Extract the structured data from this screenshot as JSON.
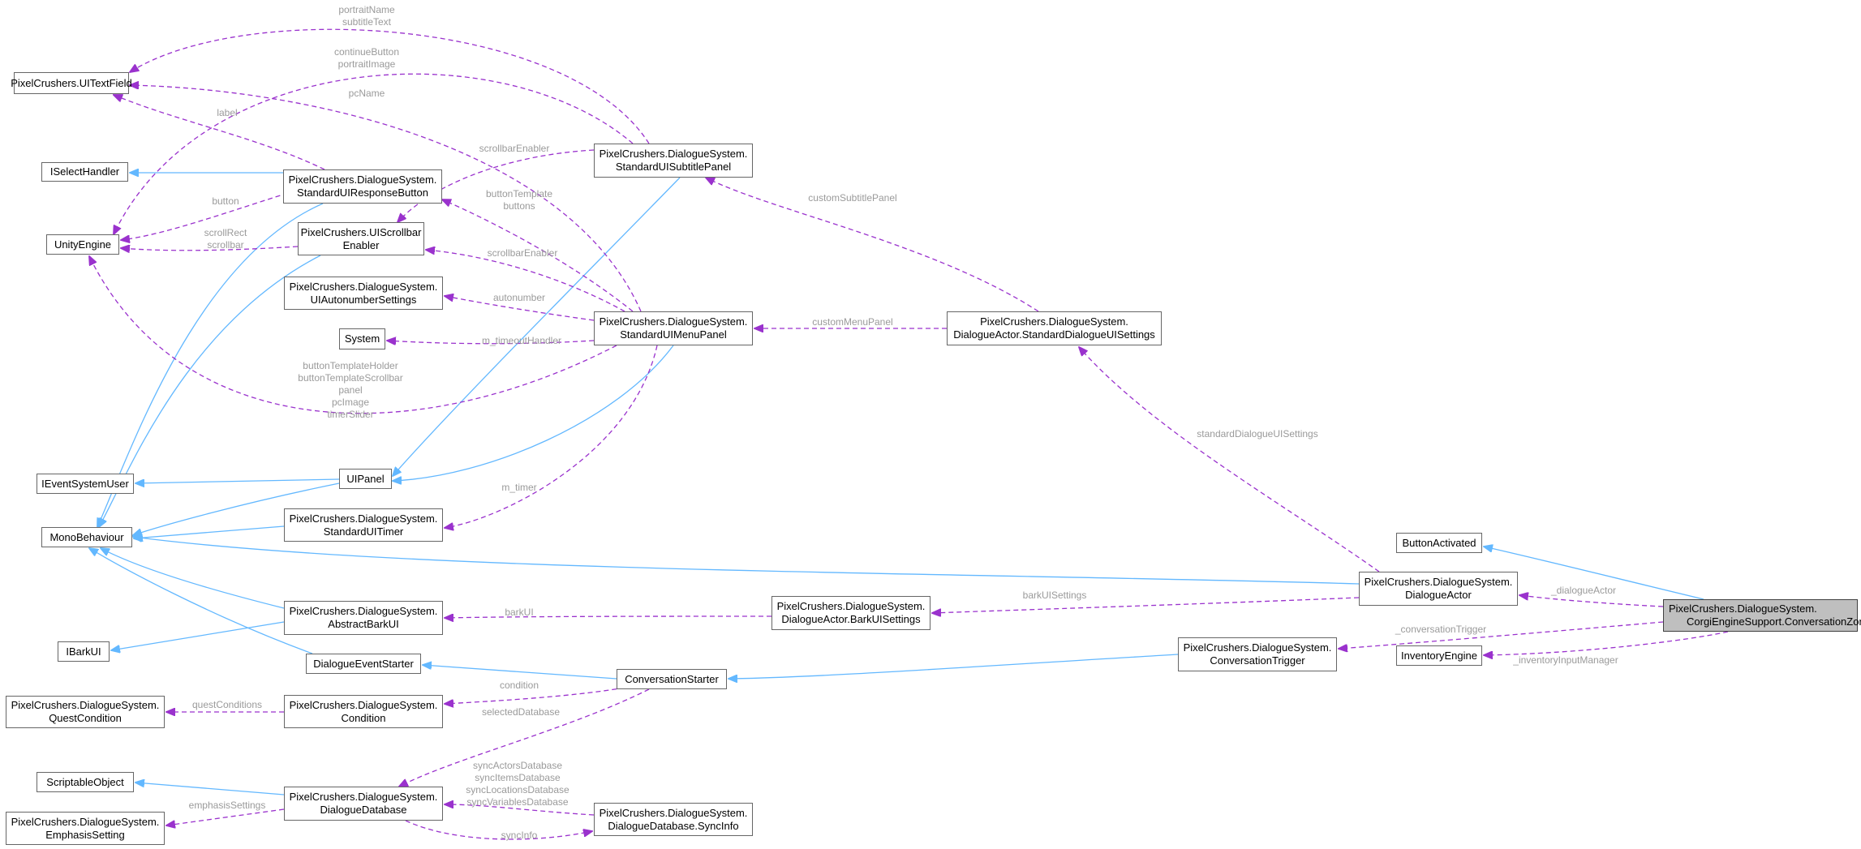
{
  "colors": {
    "inheritance": "#63b8ff",
    "association": "#9a32cd",
    "label": "#9a9a9a",
    "node_border": "#666666",
    "highlight_fill": "#bfbfbf"
  },
  "nodes": [
    {
      "id": "uitextfield",
      "lines": [
        "PixelCrushers.UITextField"
      ]
    },
    {
      "id": "iselecthandler",
      "lines": [
        "ISelectHandler"
      ]
    },
    {
      "id": "unityengine",
      "lines": [
        "UnityEngine"
      ]
    },
    {
      "id": "responsebutton",
      "lines": [
        "PixelCrushers.DialogueSystem.",
        "StandardUIResponseButton"
      ]
    },
    {
      "id": "scrollbarenabler",
      "lines": [
        "PixelCrushers.UIScrollbar",
        "Enabler"
      ]
    },
    {
      "id": "autonumber",
      "lines": [
        "PixelCrushers.DialogueSystem.",
        "UIAutonumberSettings"
      ]
    },
    {
      "id": "system",
      "lines": [
        "System"
      ]
    },
    {
      "id": "ieventsystemuser",
      "lines": [
        "IEventSystemUser"
      ]
    },
    {
      "id": "uipanel",
      "lines": [
        "UIPanel"
      ]
    },
    {
      "id": "monobehaviour",
      "lines": [
        "MonoBehaviour"
      ]
    },
    {
      "id": "uitimer",
      "lines": [
        "PixelCrushers.DialogueSystem.",
        "StandardUITimer"
      ]
    },
    {
      "id": "abstractbarkui",
      "lines": [
        "PixelCrushers.DialogueSystem.",
        "AbstractBarkUI"
      ]
    },
    {
      "id": "ibarkui",
      "lines": [
        "IBarkUI"
      ]
    },
    {
      "id": "eventstarter",
      "lines": [
        "DialogueEventStarter"
      ]
    },
    {
      "id": "questcondition",
      "lines": [
        "PixelCrushers.DialogueSystem.",
        "QuestCondition"
      ]
    },
    {
      "id": "condition",
      "lines": [
        "PixelCrushers.DialogueSystem.",
        "Condition"
      ]
    },
    {
      "id": "scriptableobject",
      "lines": [
        "ScriptableObject"
      ]
    },
    {
      "id": "emphasis",
      "lines": [
        "PixelCrushers.DialogueSystem.",
        "EmphasisSetting"
      ]
    },
    {
      "id": "database",
      "lines": [
        "PixelCrushers.DialogueSystem.",
        "DialogueDatabase"
      ]
    },
    {
      "id": "subtitlepanel",
      "lines": [
        "PixelCrushers.DialogueSystem.",
        "StandardUISubtitlePanel"
      ]
    },
    {
      "id": "menupanel",
      "lines": [
        "PixelCrushers.DialogueSystem.",
        "StandardUIMenuPanel"
      ]
    },
    {
      "id": "convstarter",
      "lines": [
        "ConversationStarter"
      ]
    },
    {
      "id": "syncinfo",
      "lines": [
        "PixelCrushers.DialogueSystem.",
        "DialogueDatabase.SyncInfo"
      ]
    },
    {
      "id": "barkuisettings",
      "lines": [
        "PixelCrushers.DialogueSystem.",
        "DialogueActor.BarkUISettings"
      ]
    },
    {
      "id": "stddialoguesettings",
      "lines": [
        "PixelCrushers.DialogueSystem.",
        "DialogueActor.StandardDialogueUISettings"
      ]
    },
    {
      "id": "convtrigger",
      "lines": [
        "PixelCrushers.DialogueSystem.",
        "ConversationTrigger"
      ]
    },
    {
      "id": "buttonactivated",
      "lines": [
        "ButtonActivated"
      ]
    },
    {
      "id": "dialogueactor",
      "lines": [
        "PixelCrushers.DialogueSystem.",
        "DialogueActor"
      ]
    },
    {
      "id": "inventoryengine",
      "lines": [
        "InventoryEngine"
      ]
    },
    {
      "id": "conversationzone",
      "lines": [
        "PixelCrushers.DialogueSystem.",
        "CorgiEngineSupport.ConversationZone"
      ]
    }
  ],
  "edge_labels": [
    {
      "id": "lbl-portraitname",
      "lines": [
        "portraitName",
        "subtitleText"
      ]
    },
    {
      "id": "lbl-continuebutton",
      "lines": [
        "continueButton",
        "portraitImage"
      ]
    },
    {
      "id": "lbl-pcname",
      "lines": [
        "pcName"
      ]
    },
    {
      "id": "lbl-label",
      "lines": [
        "label"
      ]
    },
    {
      "id": "lbl-scrollbarenabler1",
      "lines": [
        "scrollbarEnabler"
      ]
    },
    {
      "id": "lbl-button",
      "lines": [
        "button"
      ]
    },
    {
      "id": "lbl-buttontemplate",
      "lines": [
        "buttonTemplate",
        "buttons"
      ]
    },
    {
      "id": "lbl-scrollrect",
      "lines": [
        "scrollRect",
        "scrollbar"
      ]
    },
    {
      "id": "lbl-scrollbarenabler2",
      "lines": [
        "scrollbarEnabler"
      ]
    },
    {
      "id": "lbl-autonumber",
      "lines": [
        "autonumber"
      ]
    },
    {
      "id": "lbl-timeouthandler",
      "lines": [
        "m_timeoutHandler"
      ]
    },
    {
      "id": "lbl-menupanelfields",
      "lines": [
        "buttonTemplateHolder",
        "buttonTemplateScrollbar",
        "panel",
        "pcImage",
        "timerSlider"
      ]
    },
    {
      "id": "lbl-mtimer",
      "lines": [
        "m_timer"
      ]
    },
    {
      "id": "lbl-customsubtitle",
      "lines": [
        "customSubtitlePanel"
      ]
    },
    {
      "id": "lbl-custommenu",
      "lines": [
        "customMenuPanel"
      ]
    },
    {
      "id": "lbl-stdsettings",
      "lines": [
        "standardDialogueUISettings"
      ]
    },
    {
      "id": "lbl-barkuisettings",
      "lines": [
        "barkUISettings"
      ]
    },
    {
      "id": "lbl-barkui",
      "lines": [
        "barkUI"
      ]
    },
    {
      "id": "lbl-dialogueactor",
      "lines": [
        "_dialogueActor"
      ]
    },
    {
      "id": "lbl-convtrigger",
      "lines": [
        "_conversationTrigger"
      ]
    },
    {
      "id": "lbl-inventory",
      "lines": [
        "_inventoryInputManager"
      ]
    },
    {
      "id": "lbl-condition",
      "lines": [
        "condition"
      ]
    },
    {
      "id": "lbl-questconditions",
      "lines": [
        "questConditions"
      ]
    },
    {
      "id": "lbl-selecteddb",
      "lines": [
        "selectedDatabase"
      ]
    },
    {
      "id": "lbl-syncdbs",
      "lines": [
        "syncActorsDatabase",
        "syncItemsDatabase",
        "syncLocationsDatabase",
        "syncVariablesDatabase"
      ]
    },
    {
      "id": "lbl-emphasis",
      "lines": [
        "emphasisSettings"
      ]
    },
    {
      "id": "lbl-syncinfo",
      "lines": [
        "syncInfo"
      ]
    }
  ],
  "edges": [
    {
      "id": "e-select-inherit",
      "kind": "inheritance",
      "from": "responsebutton",
      "to": "iselecthandler"
    },
    {
      "id": "e-respbtn-mono",
      "kind": "inheritance",
      "from": "responsebutton",
      "to": "monobehaviour"
    },
    {
      "id": "e-scrollen-mono",
      "kind": "inheritance",
      "from": "scrollbarenabler",
      "to": "monobehaviour"
    },
    {
      "id": "e-uipanel-ieventsys",
      "kind": "inheritance",
      "from": "uipanel",
      "to": "ieventsystemuser"
    },
    {
      "id": "e-uipanel-mono",
      "kind": "inheritance",
      "from": "uipanel",
      "to": "monobehaviour"
    },
    {
      "id": "e-timer-mono",
      "kind": "inheritance",
      "from": "uitimer",
      "to": "monobehaviour"
    },
    {
      "id": "e-bark-mono",
      "kind": "inheritance",
      "from": "abstractbarkui",
      "to": "monobehaviour"
    },
    {
      "id": "e-bark-ibark",
      "kind": "inheritance",
      "from": "abstractbarkui",
      "to": "ibarkui"
    },
    {
      "id": "e-evstarter-mono",
      "kind": "inheritance",
      "from": "eventstarter",
      "to": "monobehaviour"
    },
    {
      "id": "e-actor-mono",
      "kind": "inheritance",
      "from": "dialogueactor",
      "to": "monobehaviour"
    },
    {
      "id": "e-subtitle-uipanel",
      "kind": "inheritance",
      "from": "subtitlepanel",
      "to": "uipanel"
    },
    {
      "id": "e-menu-uipanel",
      "kind": "inheritance",
      "from": "menupanel",
      "to": "uipanel"
    },
    {
      "id": "e-convstarter-evstarter",
      "kind": "inheritance",
      "from": "convstarter",
      "to": "eventstarter"
    },
    {
      "id": "e-trigger-convstarter",
      "kind": "inheritance",
      "from": "convtrigger",
      "to": "convstarter"
    },
    {
      "id": "e-db-scriptable",
      "kind": "inheritance",
      "from": "database",
      "to": "scriptableobject"
    },
    {
      "id": "e-zone-buttonactivated",
      "kind": "inheritance",
      "from": "conversationzone",
      "to": "buttonactivated"
    },
    {
      "id": "e-subtitle-textfield",
      "kind": "association",
      "from": "subtitlepanel",
      "to": "uitextfield"
    },
    {
      "id": "e-subtitle-unity",
      "kind": "association",
      "from": "subtitlepanel",
      "to": "unityengine"
    },
    {
      "id": "e-menu-textfield",
      "kind": "association",
      "from": "menupanel",
      "to": "uitextfield"
    },
    {
      "id": "e-respbtn-textfield",
      "kind": "association",
      "from": "responsebutton",
      "to": "uitextfield"
    },
    {
      "id": "e-subtitle-scrollen",
      "kind": "association",
      "from": "subtitlepanel",
      "to": "scrollbarenabler"
    },
    {
      "id": "e-respbtn-unity",
      "kind": "association",
      "from": "responsebutton",
      "to": "unityengine"
    },
    {
      "id": "e-menu-respbtn",
      "kind": "association",
      "from": "menupanel",
      "to": "responsebutton"
    },
    {
      "id": "e-scrollen-unity",
      "kind": "association",
      "from": "scrollbarenabler",
      "to": "unityengine"
    },
    {
      "id": "e-menu-scrollen",
      "kind": "association",
      "from": "menupanel",
      "to": "scrollbarenabler"
    },
    {
      "id": "e-menu-autonumber",
      "kind": "association",
      "from": "menupanel",
      "to": "autonumber"
    },
    {
      "id": "e-menu-system",
      "kind": "association",
      "from": "menupanel",
      "to": "system"
    },
    {
      "id": "e-menu-unity",
      "kind": "association",
      "from": "menupanel",
      "to": "unityengine"
    },
    {
      "id": "e-menu-timer",
      "kind": "association",
      "from": "menupanel",
      "to": "uitimer"
    },
    {
      "id": "e-std-subtitle",
      "kind": "association",
      "from": "stddialoguesettings",
      "to": "subtitlepanel"
    },
    {
      "id": "e-std-menu",
      "kind": "association",
      "from": "stddialoguesettings",
      "to": "menupanel"
    },
    {
      "id": "e-actor-std",
      "kind": "association",
      "from": "dialogueactor",
      "to": "stddialoguesettings"
    },
    {
      "id": "e-actor-barksettings",
      "kind": "association",
      "from": "dialogueactor",
      "to": "barkuisettings"
    },
    {
      "id": "e-barksettings-bark",
      "kind": "association",
      "from": "barkuisettings",
      "to": "abstractbarkui"
    },
    {
      "id": "e-zone-actor",
      "kind": "association",
      "from": "conversationzone",
      "to": "dialogueactor"
    },
    {
      "id": "e-zone-trigger",
      "kind": "association",
      "from": "conversationzone",
      "to": "convtrigger"
    },
    {
      "id": "e-zone-inventory",
      "kind": "association",
      "from": "conversationzone",
      "to": "inventoryengine"
    },
    {
      "id": "e-convstarter-condition",
      "kind": "association",
      "from": "convstarter",
      "to": "condition"
    },
    {
      "id": "e-condition-quest",
      "kind": "association",
      "from": "condition",
      "to": "questcondition"
    },
    {
      "id": "e-convstarter-db",
      "kind": "association",
      "from": "convstarter",
      "to": "database"
    },
    {
      "id": "e-syncinfo-db",
      "kind": "association",
      "from": "syncinfo",
      "to": "database"
    },
    {
      "id": "e-db-emphasis",
      "kind": "association",
      "from": "database",
      "to": "emphasis"
    },
    {
      "id": "e-db-syncinfo",
      "kind": "association",
      "from": "database",
      "to": "syncinfo"
    }
  ]
}
